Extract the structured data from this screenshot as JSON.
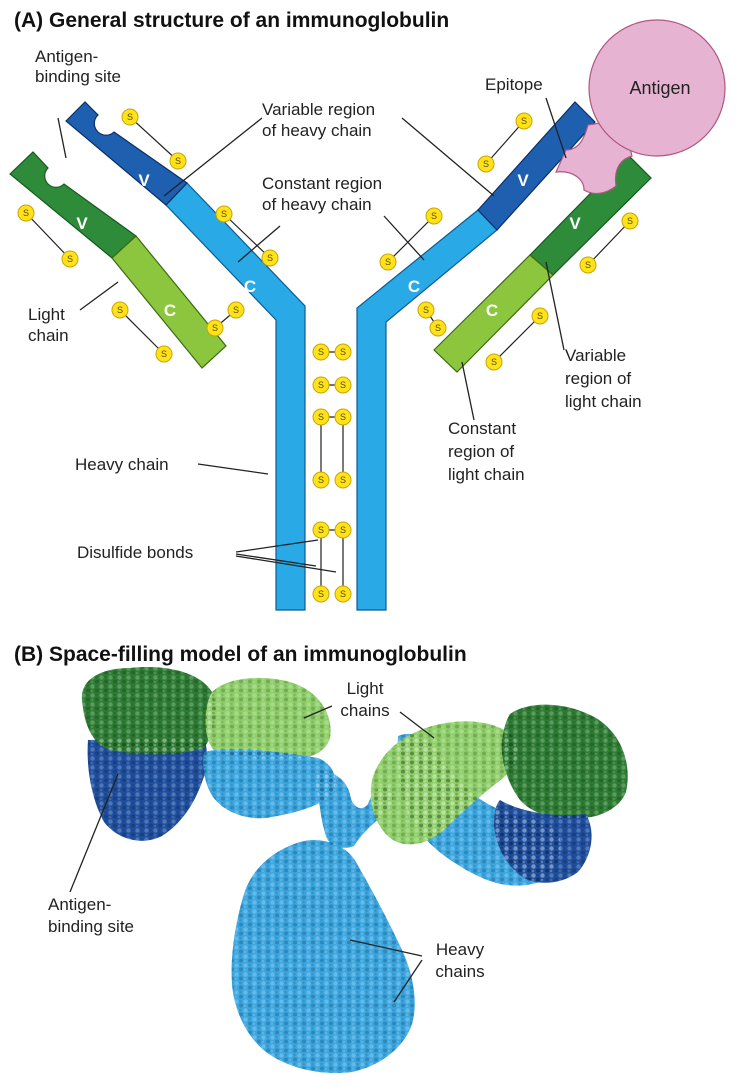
{
  "panel_a": {
    "title": "(A)  General structure of an immunoglobulin",
    "labels": {
      "antigen_binding_site": [
        "Antigen-",
        "binding site"
      ],
      "variable_heavy": [
        "Variable region",
        "of heavy chain"
      ],
      "constant_heavy": [
        "Constant region",
        "of heavy chain"
      ],
      "epitope": "Epitope",
      "antigen": "Antigen",
      "light_chain": [
        "Light",
        "chain"
      ],
      "variable_light": [
        "Variable",
        "region of",
        "light chain"
      ],
      "constant_light": [
        "Constant",
        "region of",
        "light chain"
      ],
      "heavy_chain": "Heavy chain",
      "disulfide_bonds": "Disulfide bonds"
    },
    "domain_letters": {
      "variable": "V",
      "constant": "C"
    },
    "disulfide_letter": "S"
  },
  "panel_b": {
    "title": "(B)  Space-filling model of an immunoglobulin",
    "labels": {
      "light_chains": [
        "Light",
        "chains"
      ],
      "antigen_binding_site": [
        "Antigen-",
        "binding site"
      ],
      "heavy_chains": [
        "Heavy",
        "chains"
      ]
    }
  },
  "colors": {
    "heavy_constant": "#29a9e6",
    "heavy_variable": "#1f5fb0",
    "light_variable": "#2e8b3a",
    "light_constant": "#8cc63f",
    "antigen": "#e6b3d3",
    "disulfide": "#ffe21a"
  }
}
